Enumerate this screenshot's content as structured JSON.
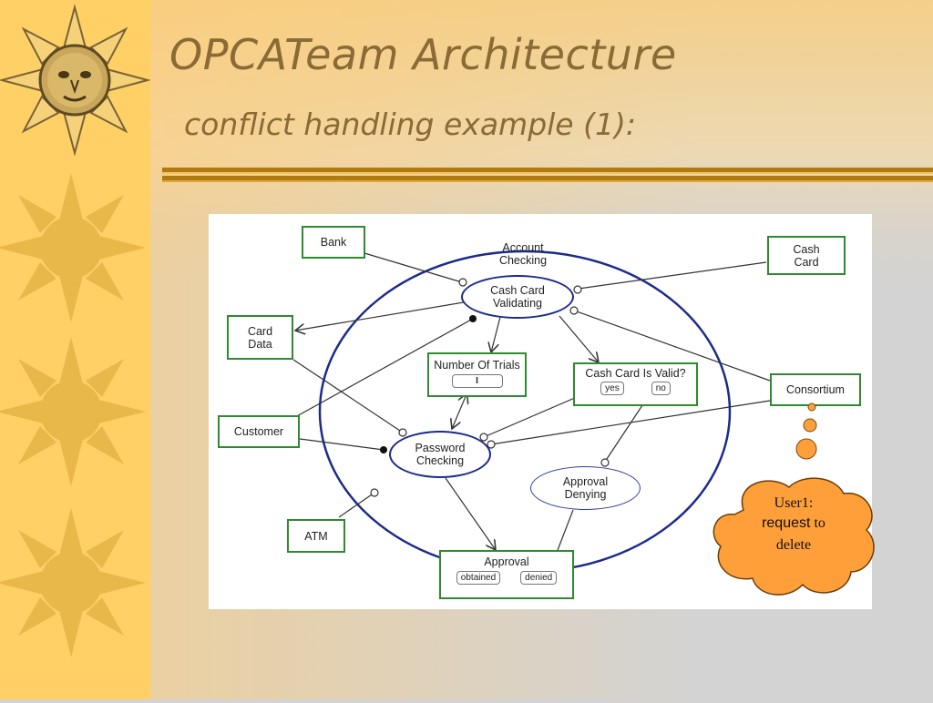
{
  "slide": {
    "title": "OPCATeam Architecture",
    "subtitle": "conflict handling example (1):"
  },
  "diagram": {
    "container_label": [
      "Account",
      "Checking"
    ],
    "objects": {
      "bank": "Bank",
      "cash_card": [
        "Cash",
        "Card"
      ],
      "card_data": [
        "Card",
        "Data"
      ],
      "consortium": "Consortium",
      "customer": "Customer",
      "atm": "ATM",
      "number_of_trials": "Number Of Trials",
      "number_of_trials_value": "I",
      "cash_card_is_valid": "Cash Card Is Valid?",
      "cash_card_is_valid_states": [
        "yes",
        "no"
      ],
      "approval": "Approval",
      "approval_states": [
        "obtained",
        "denied"
      ]
    },
    "processes": {
      "cash_card_validating": [
        "Cash Card",
        "Validating"
      ],
      "password_checking": [
        "Password",
        "Checking"
      ],
      "approval_denying": [
        "Approval",
        "Denying"
      ]
    }
  },
  "callout": {
    "line1": "User1:",
    "line2_bold": "request",
    "line2_rest": " to",
    "line3": "delete",
    "fill_color": "#ff9f3a"
  },
  "colors": {
    "sidebar": "#ffd066",
    "title_text": "#8a6a35",
    "object_border": "#2e8b2e",
    "process_border": "#1c2b8c"
  }
}
